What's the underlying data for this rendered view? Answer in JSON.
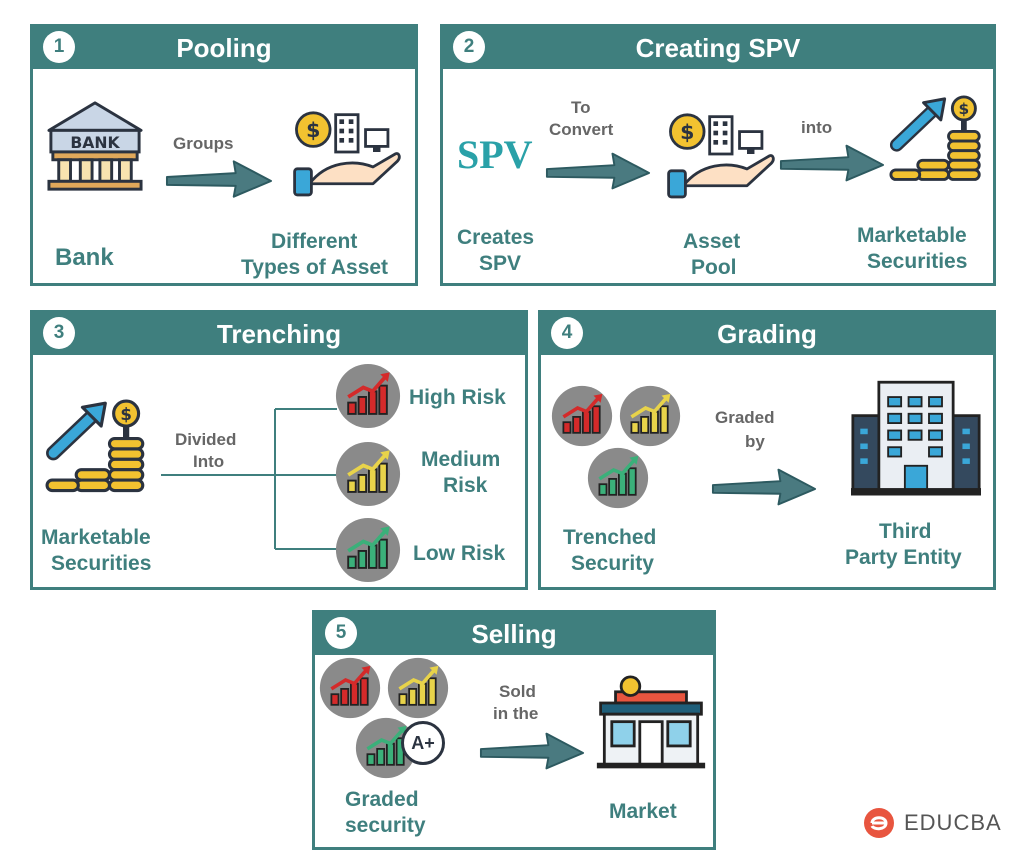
{
  "panels": [
    {
      "num": "1",
      "title": "Pooling"
    },
    {
      "num": "2",
      "title": "Creating SPV"
    },
    {
      "num": "3",
      "title": "Trenching"
    },
    {
      "num": "4",
      "title": "Grading"
    },
    {
      "num": "5",
      "title": "Selling"
    }
  ],
  "pooling": {
    "bank_sign": "BANK",
    "arrow_label": "Groups",
    "bank_label": "Bank",
    "asset_label_1": "Different",
    "asset_label_2": "Types of Asset"
  },
  "spv": {
    "logo_text": "SPV",
    "arrow1_label_1": "To",
    "arrow1_label_2": "Convert",
    "arrow2_label": "into",
    "creates_1": "Creates",
    "creates_2": "SPV",
    "pool_1": "Asset",
    "pool_2": "Pool",
    "market_1": "Marketable",
    "market_2": "Securities"
  },
  "trenching": {
    "divided_1": "Divided",
    "divided_2": "Into",
    "sec_1": "Marketable",
    "sec_2": "Securities",
    "high": "High Risk",
    "medium_1": "Medium",
    "medium_2": "Risk",
    "low": "Low Risk"
  },
  "grading": {
    "graded_1": "Graded",
    "graded_2": "by",
    "trenched_1": "Trenched",
    "trenched_2": "Security",
    "third_1": "Third",
    "third_2": "Party Entity"
  },
  "selling": {
    "sold_1": "Sold",
    "sold_2": "in the",
    "grade_badge": "A+",
    "graded_1": "Graded",
    "graded_2": "security",
    "market": "Market"
  },
  "brand": {
    "name": "EDUCBA"
  },
  "colors": {
    "teal": "#3f7f7e",
    "high_risk": "#d42a2a",
    "medium_risk": "#e8d34a",
    "low_risk": "#3bb07a",
    "gold": "#f2c230",
    "circle_gray": "#8a8a8a"
  }
}
